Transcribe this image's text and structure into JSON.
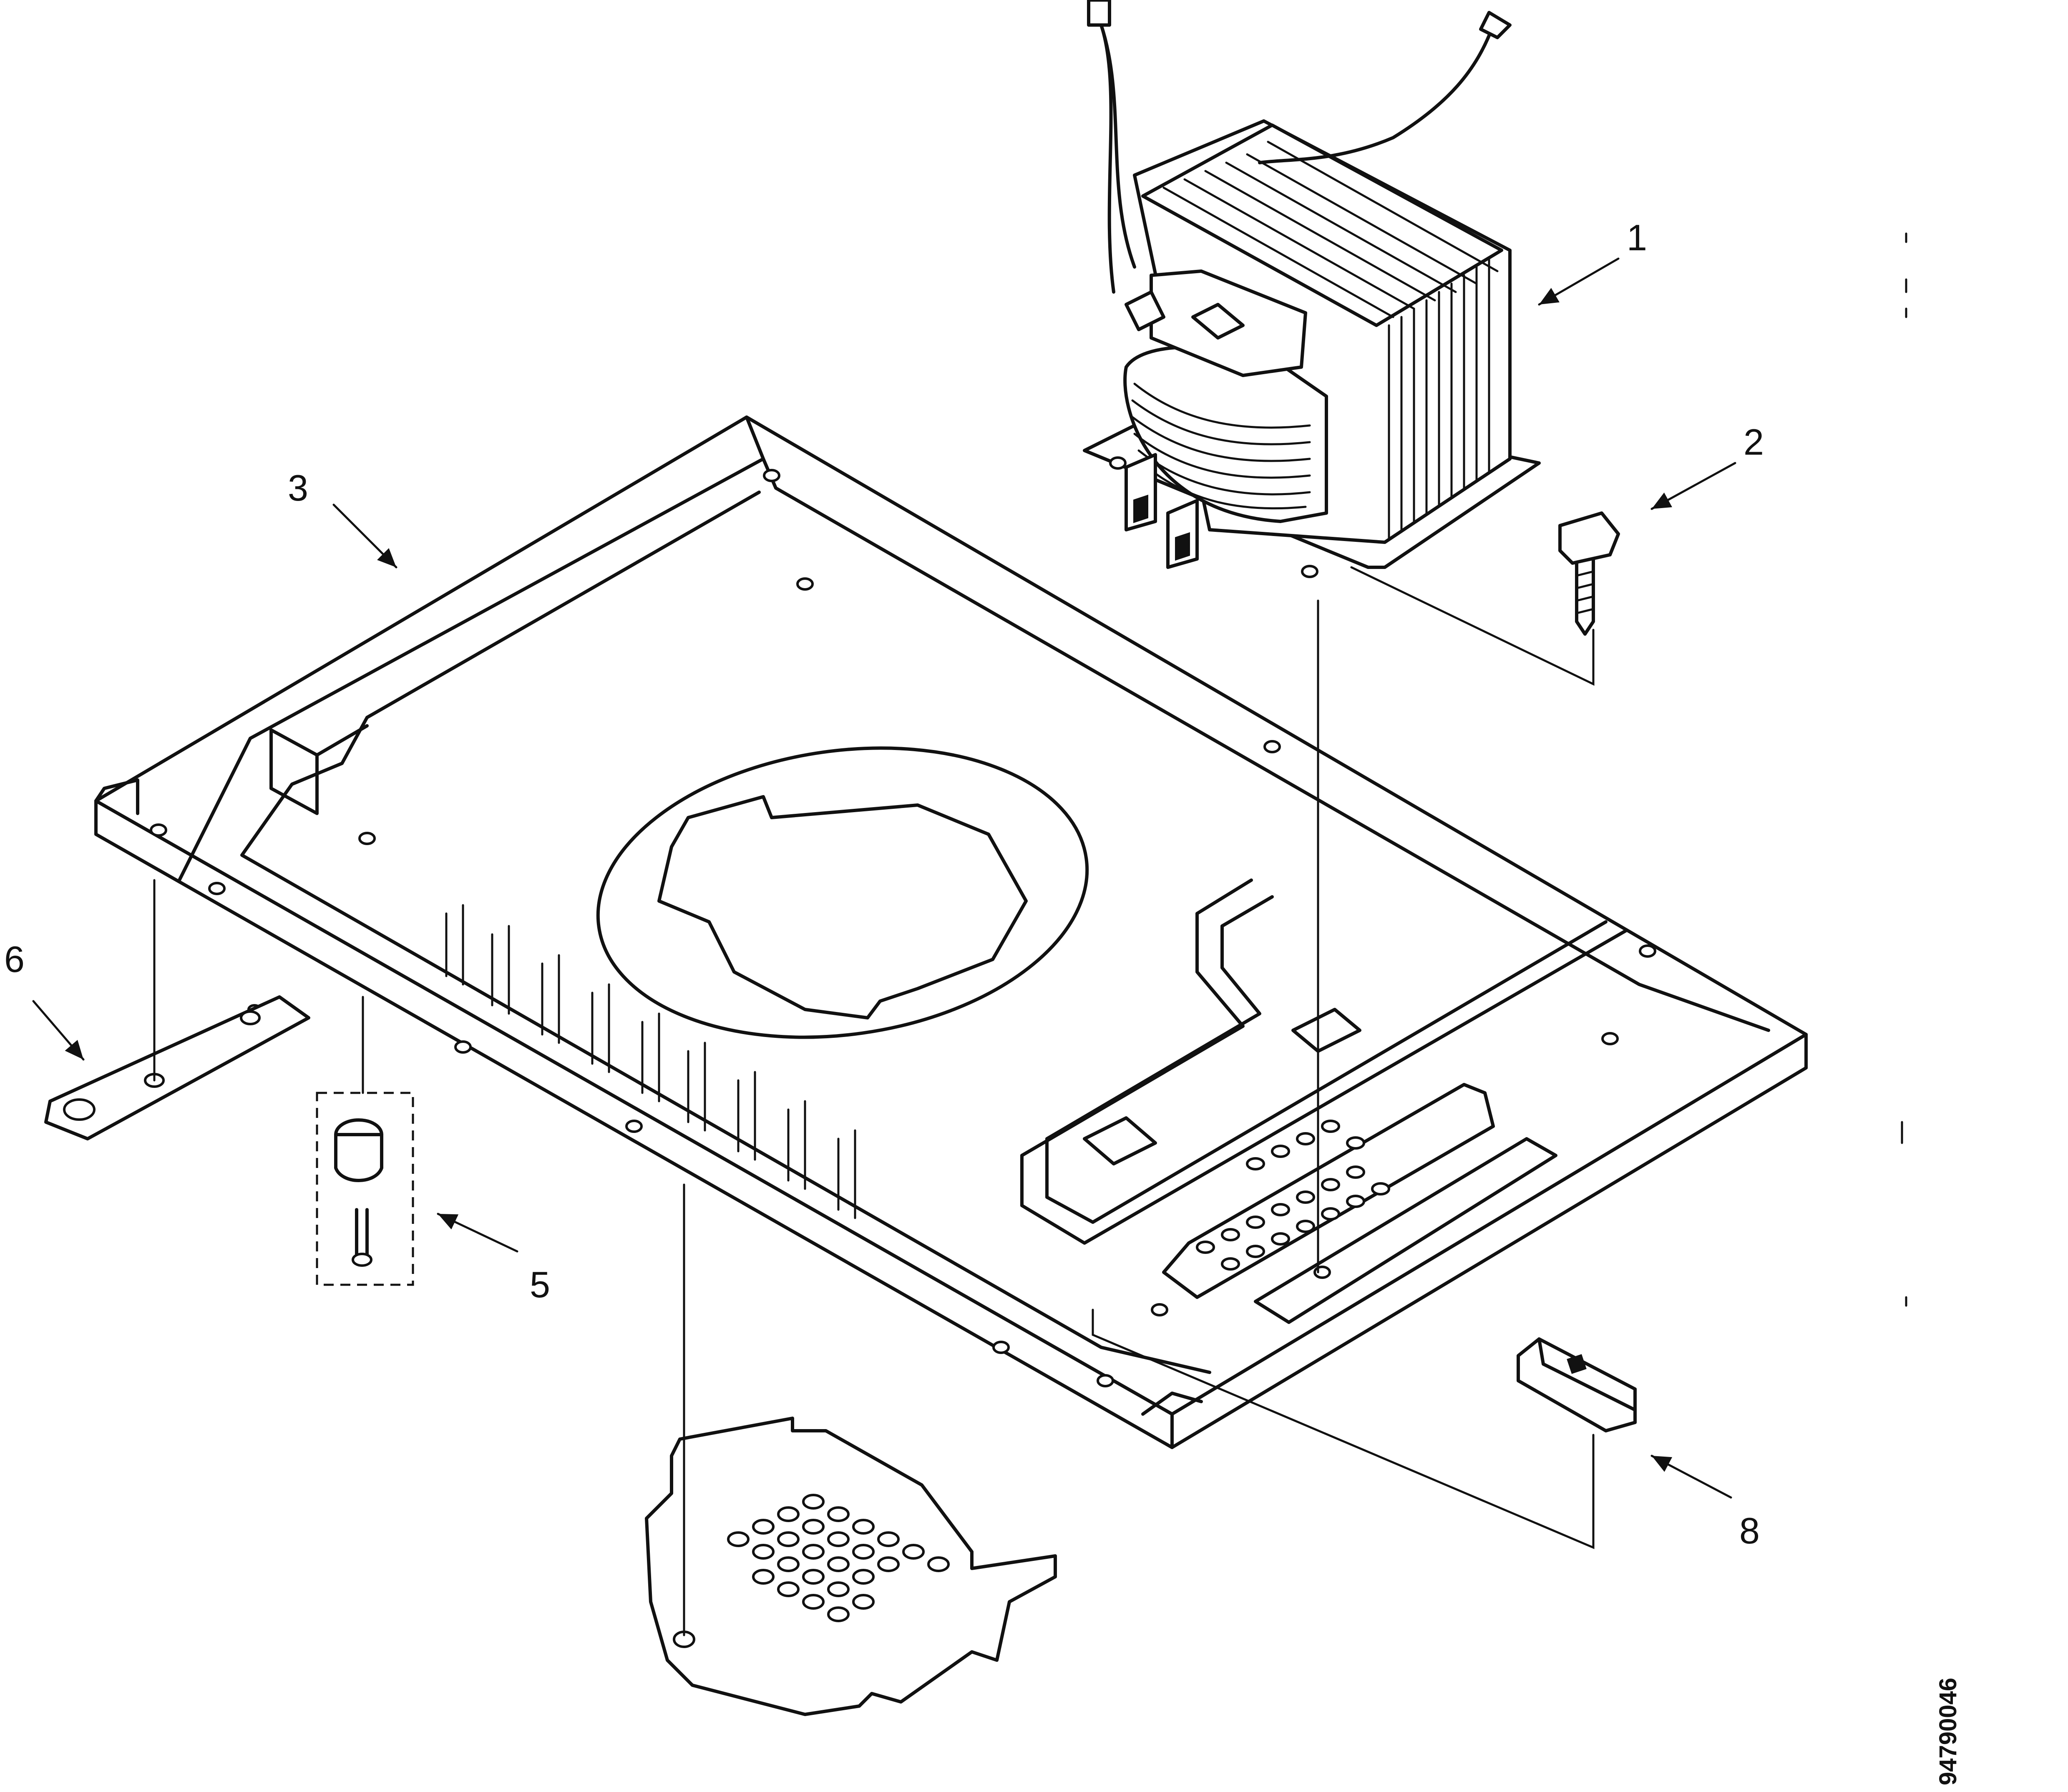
{
  "callouts": {
    "c1": "1",
    "c2": "2",
    "c3": "3",
    "c5": "5",
    "c6": "6",
    "c8": "8"
  },
  "document_number": "94790046"
}
